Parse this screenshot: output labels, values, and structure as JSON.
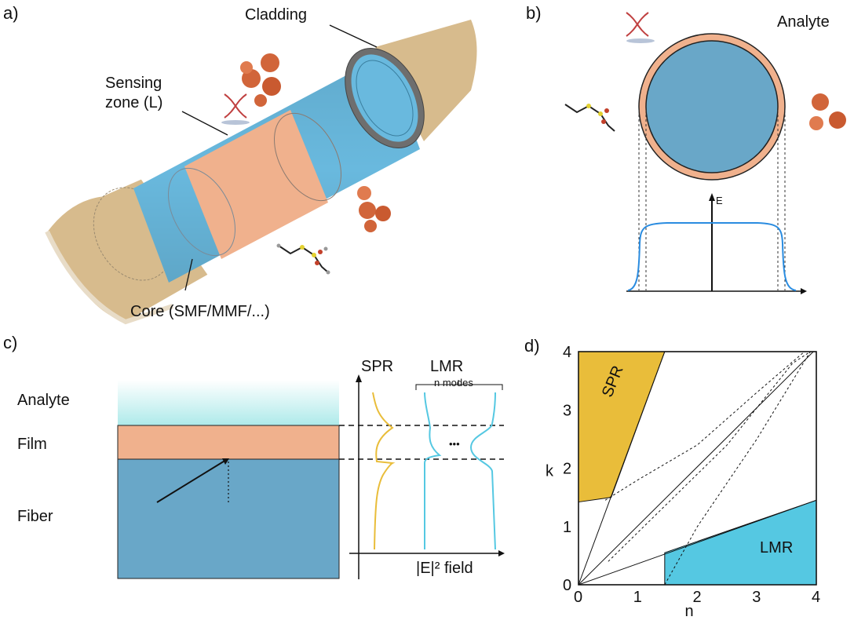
{
  "panel_labels": [
    "a)",
    "b)",
    "c)",
    "d)"
  ],
  "panel_a": {
    "cladding": "Cladding",
    "sensing_line1": "Sensing",
    "sensing_line2": "zone (L)",
    "core": "Core (SMF/MMF/...)"
  },
  "panel_b": {
    "analyte": "Analyte",
    "field_axis": "E"
  },
  "panel_c": {
    "analyte": "Analyte",
    "film": "Film",
    "fiber": "Fiber",
    "spr": "SPR",
    "lmr": "LMR",
    "n_modes": "n modes",
    "ellipsis": "•••",
    "field_label": "|E|² field"
  },
  "colors": {
    "core_blue": "#69a7c8",
    "film_orange": "#f0b18d",
    "cladding_tan": "#d7bb8d",
    "analyte_cyan": "#aeeaea",
    "spr_yellow": "#e9bd3a",
    "lmr_cyan": "#55c8e2",
    "field_blue": "#2a8ce0"
  },
  "chart_data": {
    "type": "area",
    "xlabel": "n",
    "ylabel": "k",
    "xlim": [
      0,
      4
    ],
    "ylim": [
      0,
      4
    ],
    "x_ticks": [
      "0",
      "1",
      "2",
      "3",
      "4"
    ],
    "y_ticks": [
      "0",
      "1",
      "2",
      "3",
      "4"
    ],
    "regions": [
      {
        "name": "SPR",
        "polygon": [
          [
            0,
            1.42
          ],
          [
            0.55,
            1.5
          ],
          [
            1.45,
            4
          ],
          [
            0,
            4
          ]
        ]
      },
      {
        "name": "LMR",
        "polygon": [
          [
            1.45,
            0.55
          ],
          [
            4,
            1.45
          ],
          [
            4,
            0
          ],
          [
            1.45,
            0
          ]
        ]
      }
    ],
    "solid_lines": [
      [
        [
          0,
          0
        ],
        [
          1.45,
          4
        ]
      ],
      [
        [
          0,
          0
        ],
        [
          3.95,
          4
        ]
      ],
      [
        [
          0,
          0
        ],
        [
          4,
          1.45
        ]
      ]
    ],
    "dashed_curves": [
      [
        [
          0.45,
          1.45
        ],
        [
          1,
          1.8
        ],
        [
          2,
          2.4
        ],
        [
          3,
          3.3
        ],
        [
          3.8,
          4
        ]
      ],
      [
        [
          1.45,
          0
        ],
        [
          2,
          1
        ],
        [
          3,
          2.5
        ],
        [
          3.9,
          4
        ]
      ],
      [
        [
          0.5,
          0.4
        ],
        [
          1.5,
          1.4
        ],
        [
          2.5,
          2.4
        ],
        [
          3.6,
          3.8
        ],
        [
          3.9,
          4
        ]
      ]
    ]
  }
}
